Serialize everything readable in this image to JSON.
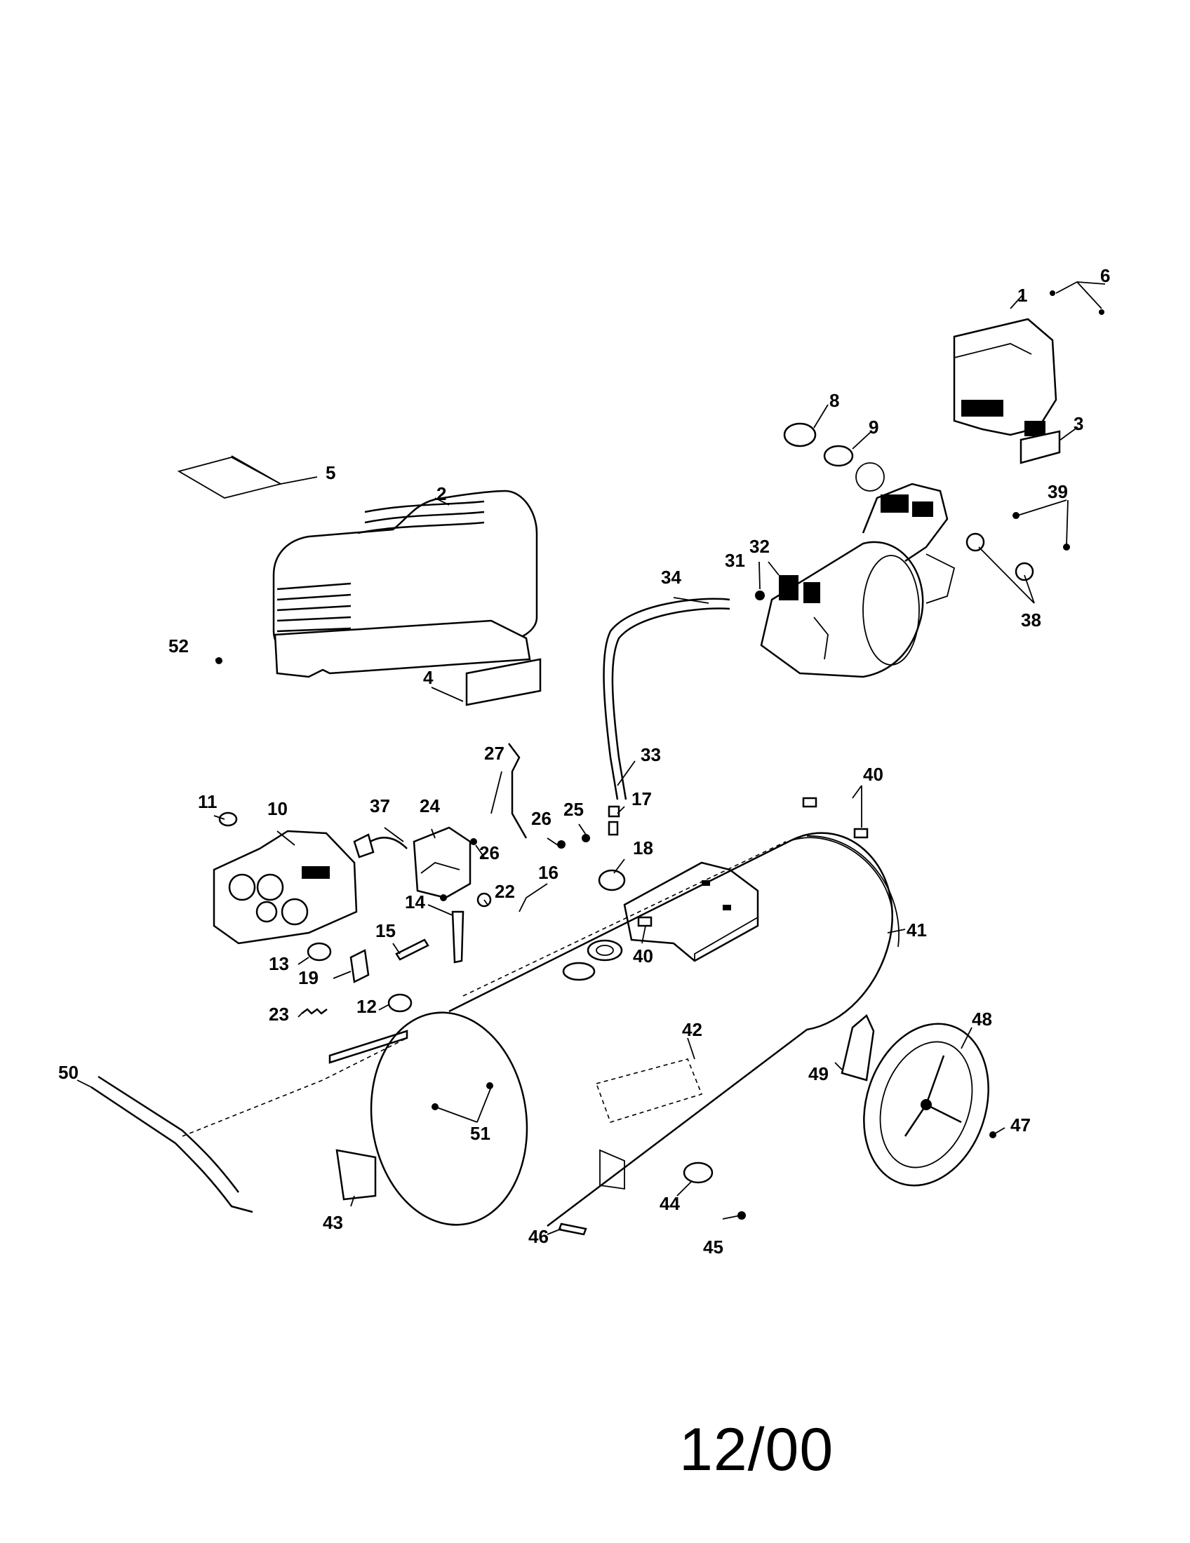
{
  "diagram": {
    "part_numbers": [
      "1",
      "2",
      "3",
      "4",
      "5",
      "6",
      "8",
      "9",
      "10",
      "11",
      "12",
      "13",
      "14",
      "15",
      "16",
      "17",
      "18",
      "19",
      "22",
      "23",
      "24",
      "25",
      "26",
      "26",
      "27",
      "31",
      "32",
      "33",
      "34",
      "37",
      "38",
      "39",
      "40",
      "40",
      "41",
      "42",
      "43",
      "44",
      "45",
      "46",
      "47",
      "48",
      "49",
      "50",
      "51",
      "52"
    ],
    "date_text": "12/00"
  }
}
